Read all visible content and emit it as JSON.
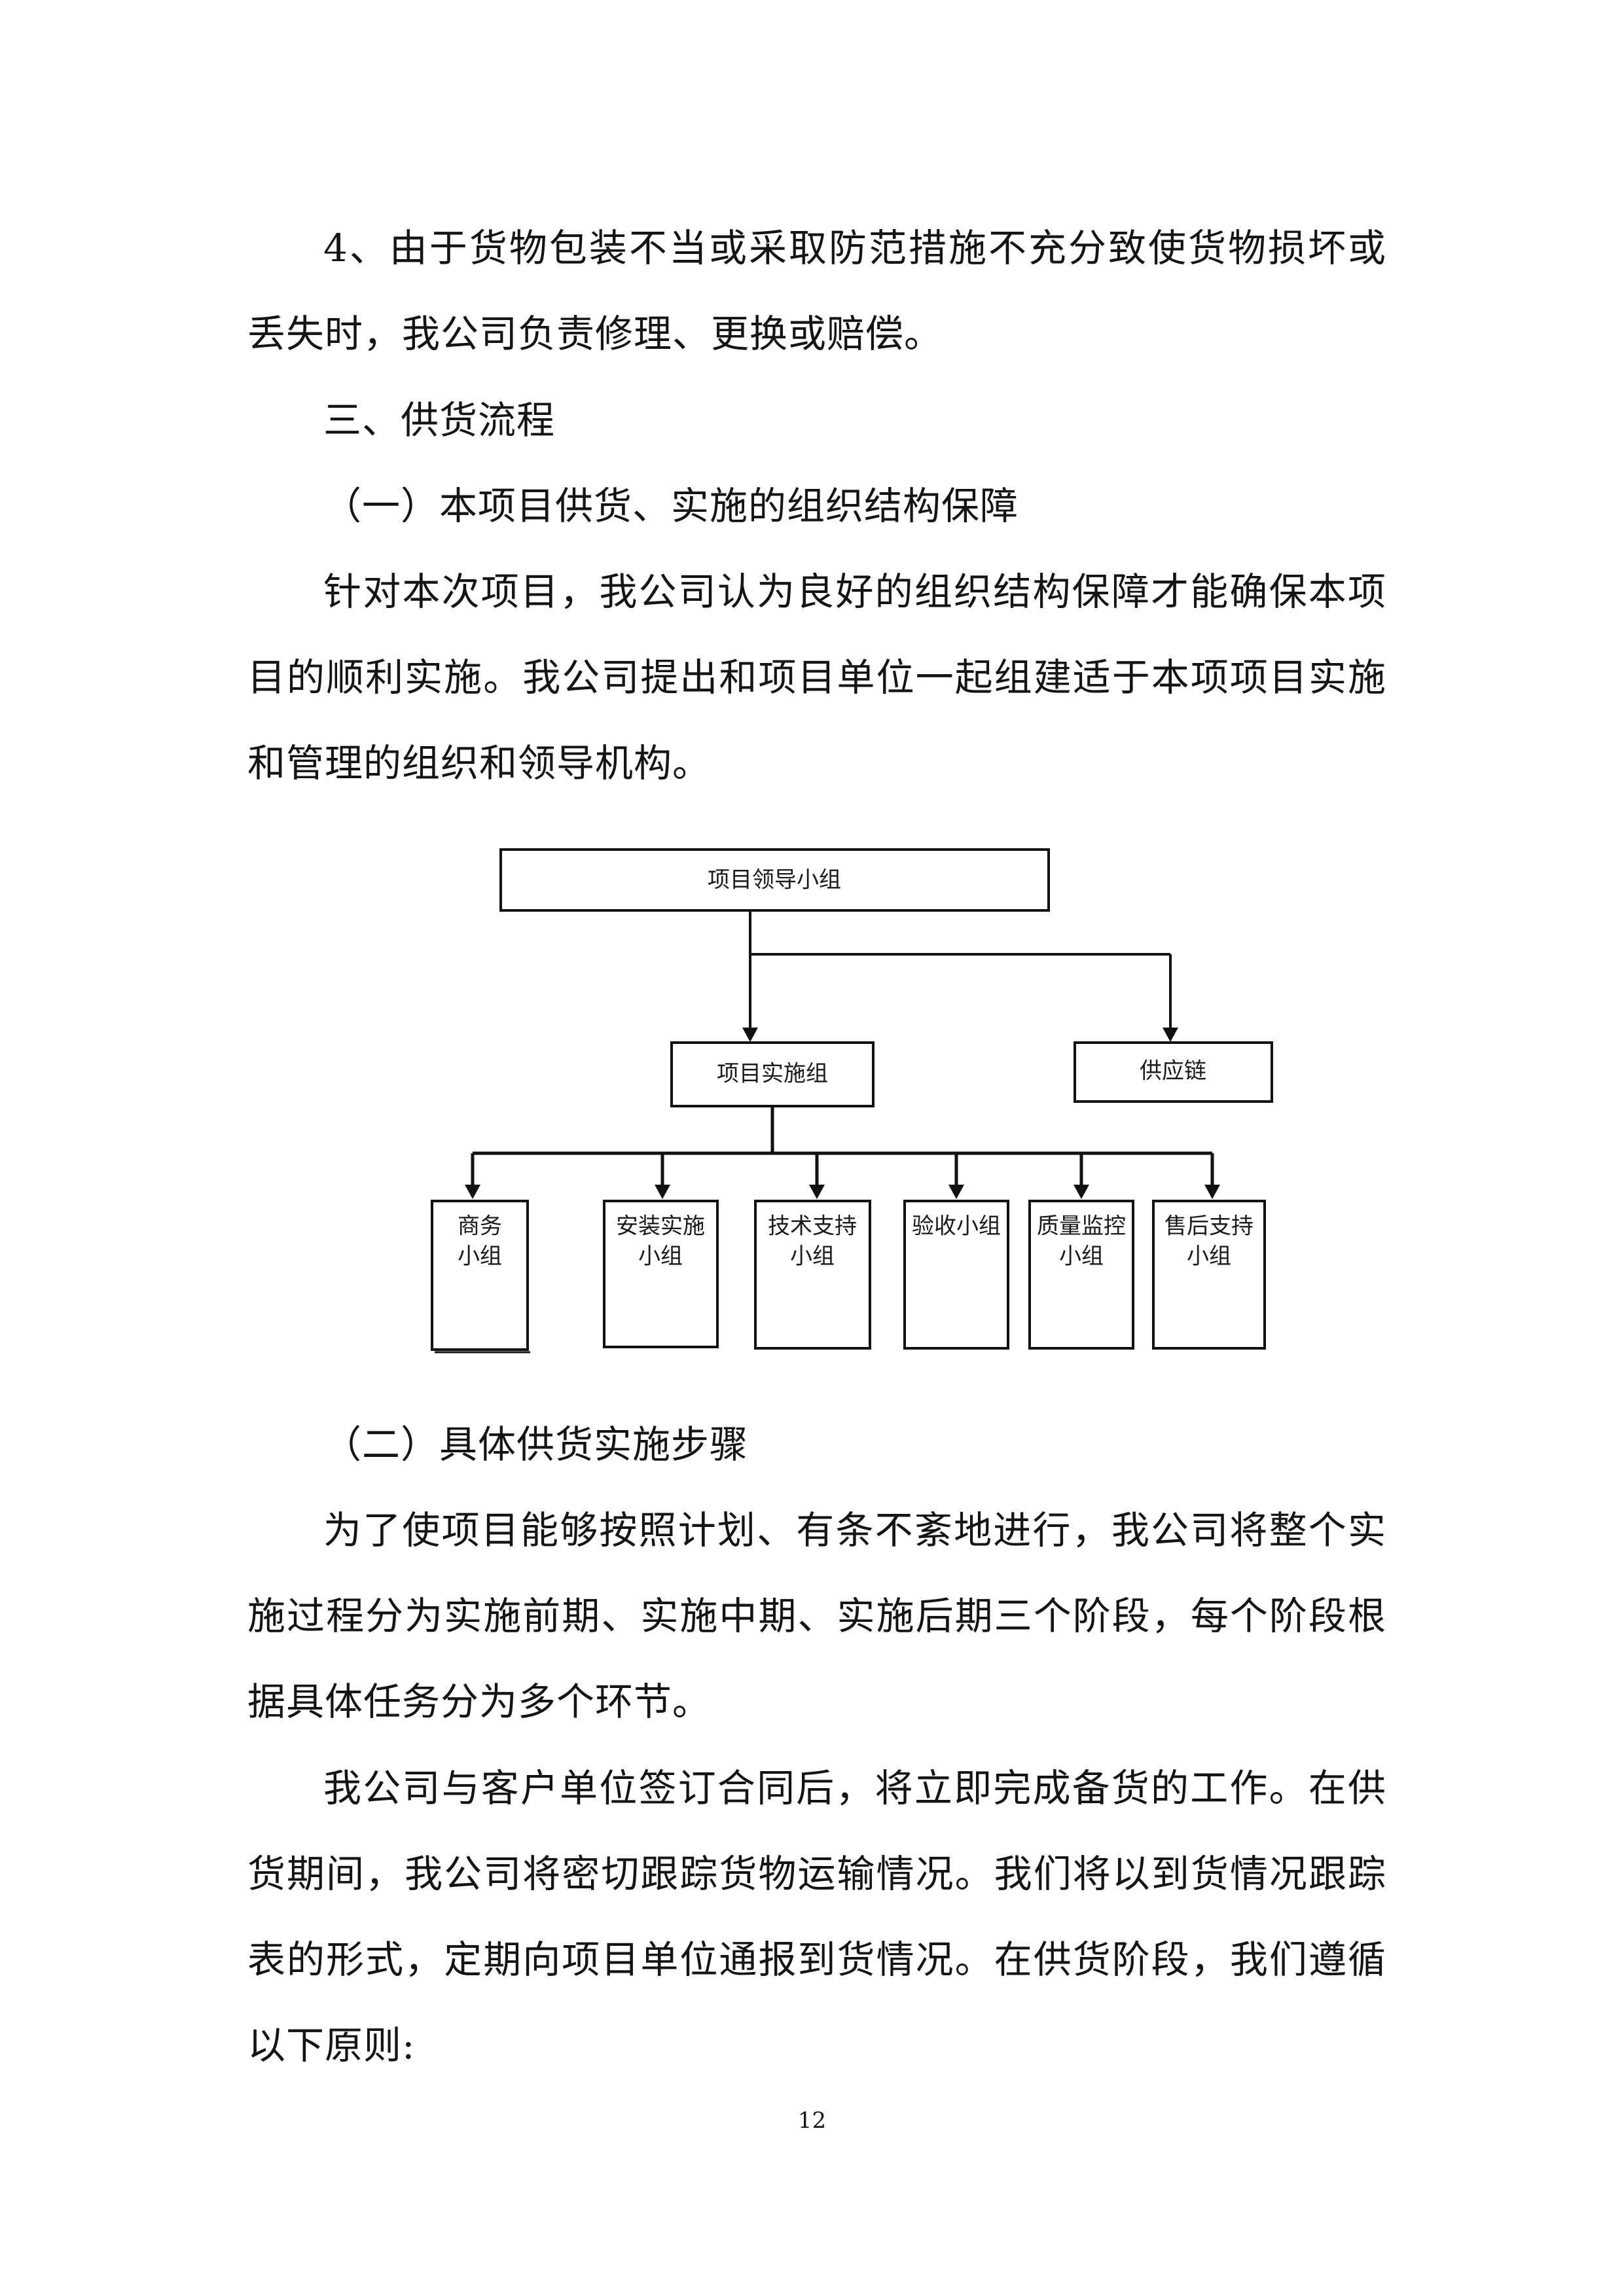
{
  "paragraphs": {
    "p1": "4、由于货物包装不当或采取防范措施不充分致使货物损坏或丢失时，我公司负责修理、更换或赔偿。",
    "h3": "三、供货流程",
    "h_sub1": "（一）本项目供货、实施的组织结构保障",
    "p2": "针对本次项目，我公司认为良好的组织结构保障才能确保本项目的顺利实施。我公司提出和项目单位一起组建适于本项项目实施和管理的组织和领导机构。",
    "h_sub2": "（二）具体供货实施步骤",
    "p3": "为了使项目能够按照计划、有条不紊地进行，我公司将整个实施过程分为实施前期、实施中期、实施后期三个阶段，每个阶段根据具体任务分为多个环节。",
    "p4": "我公司与客户单位签订合同后，将立即完成备货的工作。在供货期间，我公司将密切跟踪货物运输情况。我们将以到货情况跟踪表的形式，定期向项目单位通报到货情况。在供货阶段，我们遵循以下原则:"
  },
  "org_chart": {
    "top": "项目领导小组",
    "mid_left": "项目实施组",
    "mid_right": "供应链",
    "groups": [
      {
        "line1": "商务",
        "line2": "小组"
      },
      {
        "line1": "安装实施",
        "line2": "小组"
      },
      {
        "line1": "技术支持",
        "line2": "小组"
      },
      {
        "line1": "验收小组",
        "line2": ""
      },
      {
        "line1": "质量监控",
        "line2": "小组"
      },
      {
        "line1": "售后支持",
        "line2": "小组"
      }
    ]
  },
  "page_number": "12"
}
